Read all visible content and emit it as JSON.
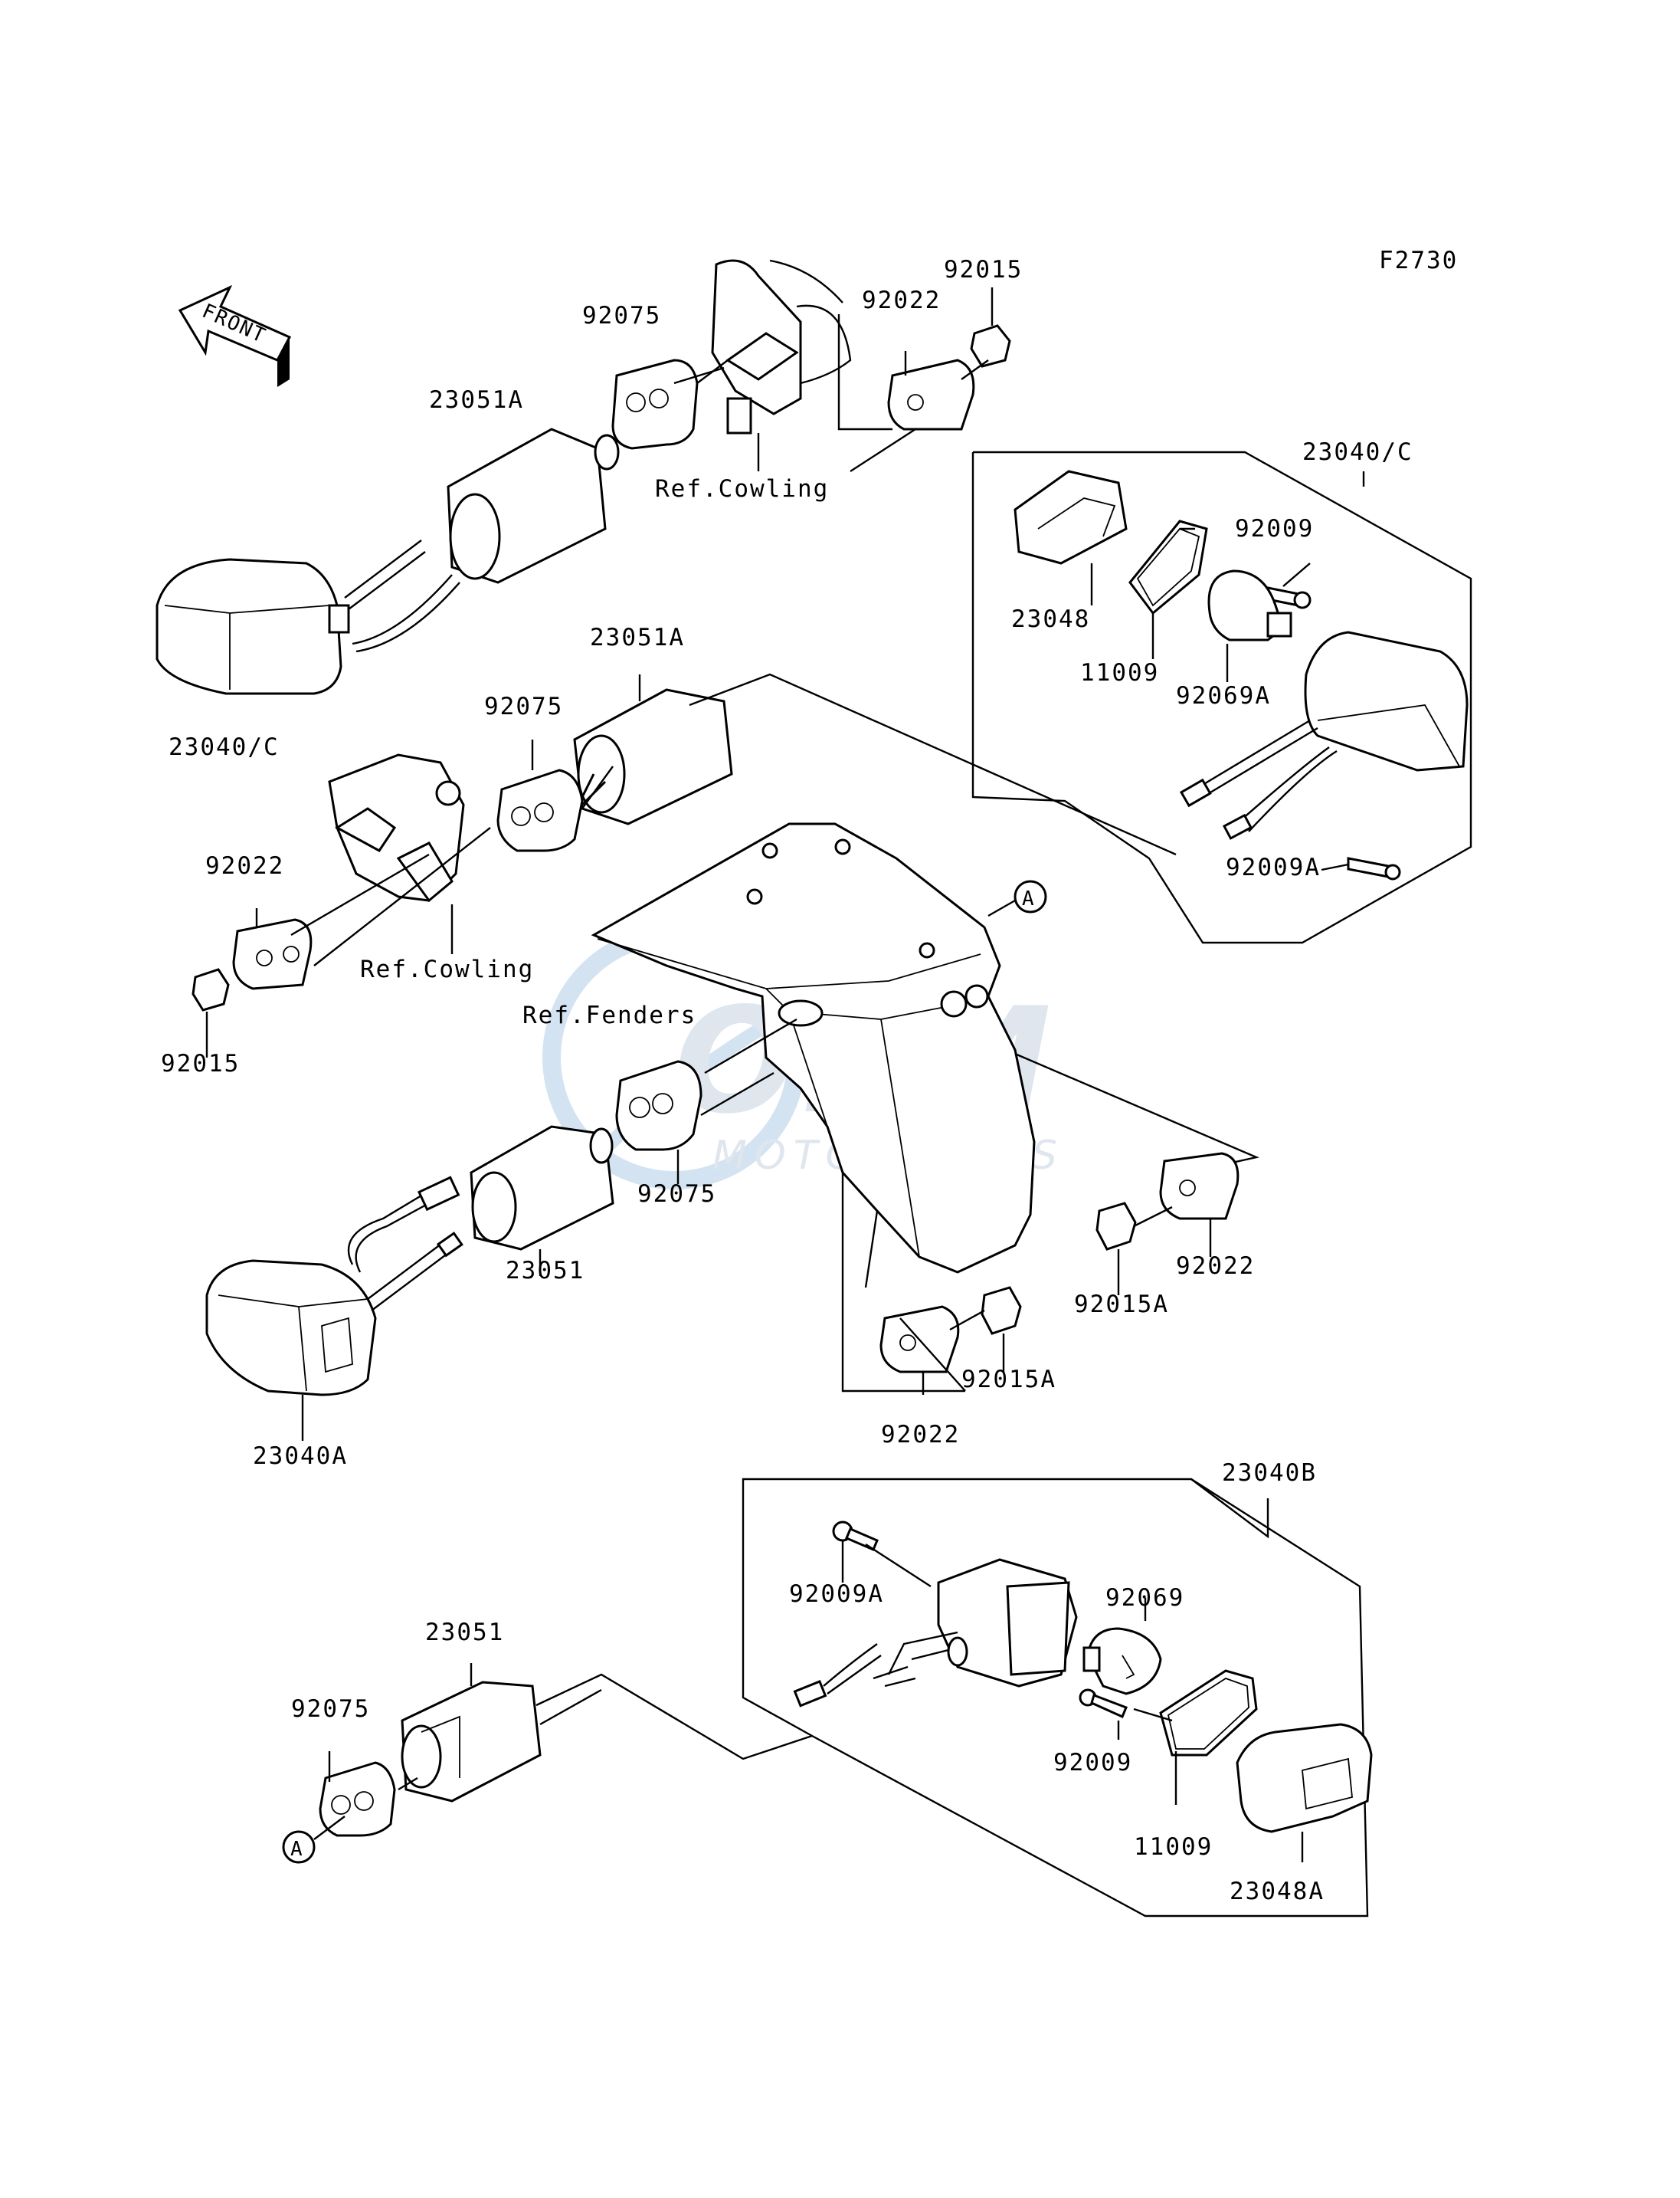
{
  "figure_code": "F2730",
  "front_arrow": {
    "label": "FRONT"
  },
  "watermark": {
    "brand": "OEM",
    "sub": "MOTORPARTS",
    "color": "#d4e3f1"
  },
  "callouts": {
    "A_top": "A",
    "A_bottom": "A"
  },
  "labels": {
    "p23051A_top": "23051A",
    "p92075_top": "92075",
    "ref_cowling_top": "Ref.Cowling",
    "p92022_top": "92022",
    "p92015_top": "92015",
    "p23040C_box": "23040/C",
    "p92009_r": "92009",
    "p23048": "23048",
    "p11009_r": "11009",
    "p92069A": "92069A",
    "p92009A_r": "92009A",
    "p23040C_left": "23040/C",
    "p23051A_mid": "23051A",
    "p92075_mid": "92075",
    "p92022_left": "92022",
    "ref_cowling_mid": "Ref.Cowling",
    "p92015_left": "92015",
    "ref_fenders": "Ref.Fenders",
    "p92075_center": "92075",
    "p23051_center": "23051",
    "p92022_right": "92022",
    "p92015A_right": "92015A",
    "p92015A_lower": "92015A",
    "p92022_lower": "92022",
    "p23040A": "23040A",
    "p23040B_box": "23040B",
    "p92009A_b": "92009A",
    "p92069": "92069",
    "p23051_bottom": "23051",
    "p92075_bottom": "92075",
    "p92009_b": "92009",
    "p11009_b": "11009",
    "p23048A": "23048A"
  }
}
